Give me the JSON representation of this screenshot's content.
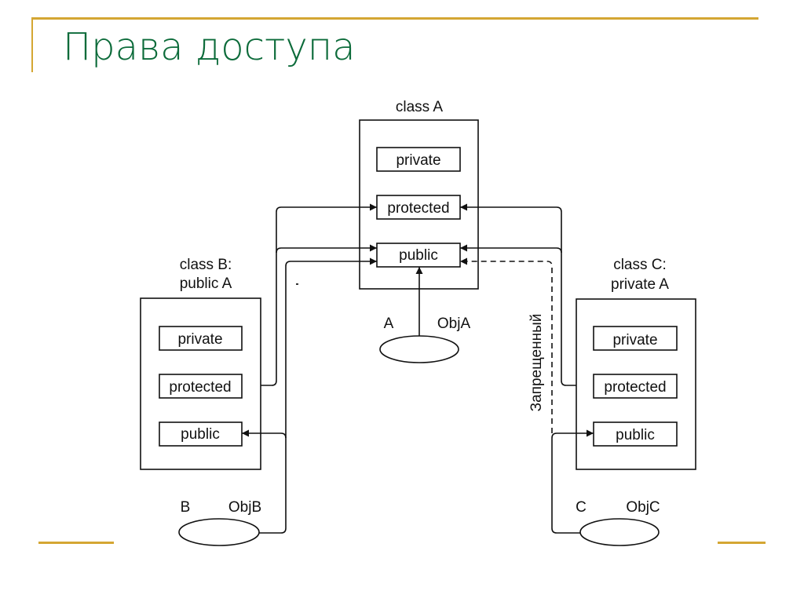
{
  "slide": {
    "title": "Права доступа",
    "accent_color": "#d4a633",
    "title_color": "#0c6b3a"
  },
  "diagram": {
    "classes": [
      {
        "id": "A",
        "header_lines": [
          "class A"
        ],
        "members": [
          "private",
          "protected",
          "public"
        ]
      },
      {
        "id": "B",
        "header_lines": [
          "class B:",
          "public A"
        ],
        "members": [
          "private",
          "protected",
          "public"
        ]
      },
      {
        "id": "C",
        "header_lines": [
          "class C:",
          "private A"
        ],
        "members": [
          "private",
          "protected",
          "public"
        ]
      }
    ],
    "objects": [
      {
        "id": "A",
        "class_label": "A",
        "name": "ObjA"
      },
      {
        "id": "B",
        "class_label": "B",
        "name": "ObjB"
      },
      {
        "id": "C",
        "class_label": "C",
        "name": "ObjC"
      }
    ],
    "edges": [
      {
        "from": "B.protected",
        "to": "A.protected",
        "style": "solid"
      },
      {
        "from": "B.protected",
        "to": "A.public",
        "style": "solid"
      },
      {
        "from": "ObjB",
        "to": "A.public",
        "style": "solid"
      },
      {
        "from": "ObjB",
        "to": "B.public",
        "style": "solid"
      },
      {
        "from": "ObjA",
        "to": "A.public",
        "style": "solid"
      },
      {
        "from": "C.protected",
        "to": "A.protected",
        "style": "solid"
      },
      {
        "from": "C.protected",
        "to": "A.public",
        "style": "solid"
      },
      {
        "from": "ObjC",
        "to": "A.public",
        "style": "dashed",
        "label": "Запрещенный"
      },
      {
        "from": "ObjC",
        "to": "C.public",
        "style": "solid"
      }
    ],
    "forbidden_label": "Запрещенный"
  }
}
